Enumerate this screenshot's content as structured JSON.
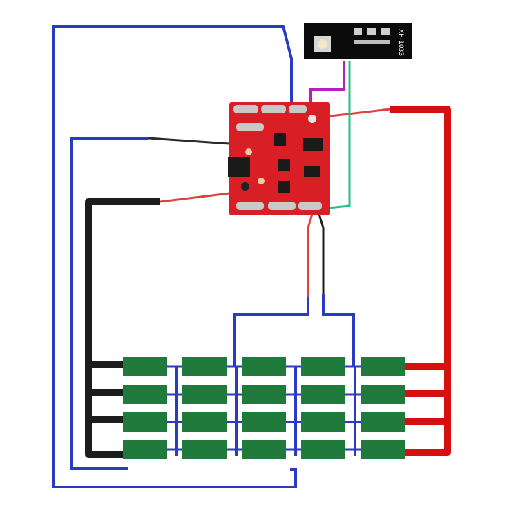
{
  "module": {
    "label": "XH-1033"
  },
  "colors": {
    "background": "#ffffff",
    "blue_wire": "#2a3bc2",
    "red_wire": "#d60f0f",
    "black_wire": "#1c1c1c",
    "purple_wire": "#b320c0",
    "green_wire": "#28c08a",
    "pcb": "#d81f26",
    "cell": "#1f7a3c",
    "module_board": "#0b0b0b"
  },
  "diagram": {
    "cell_rows": 4,
    "cell_columns": 5
  }
}
